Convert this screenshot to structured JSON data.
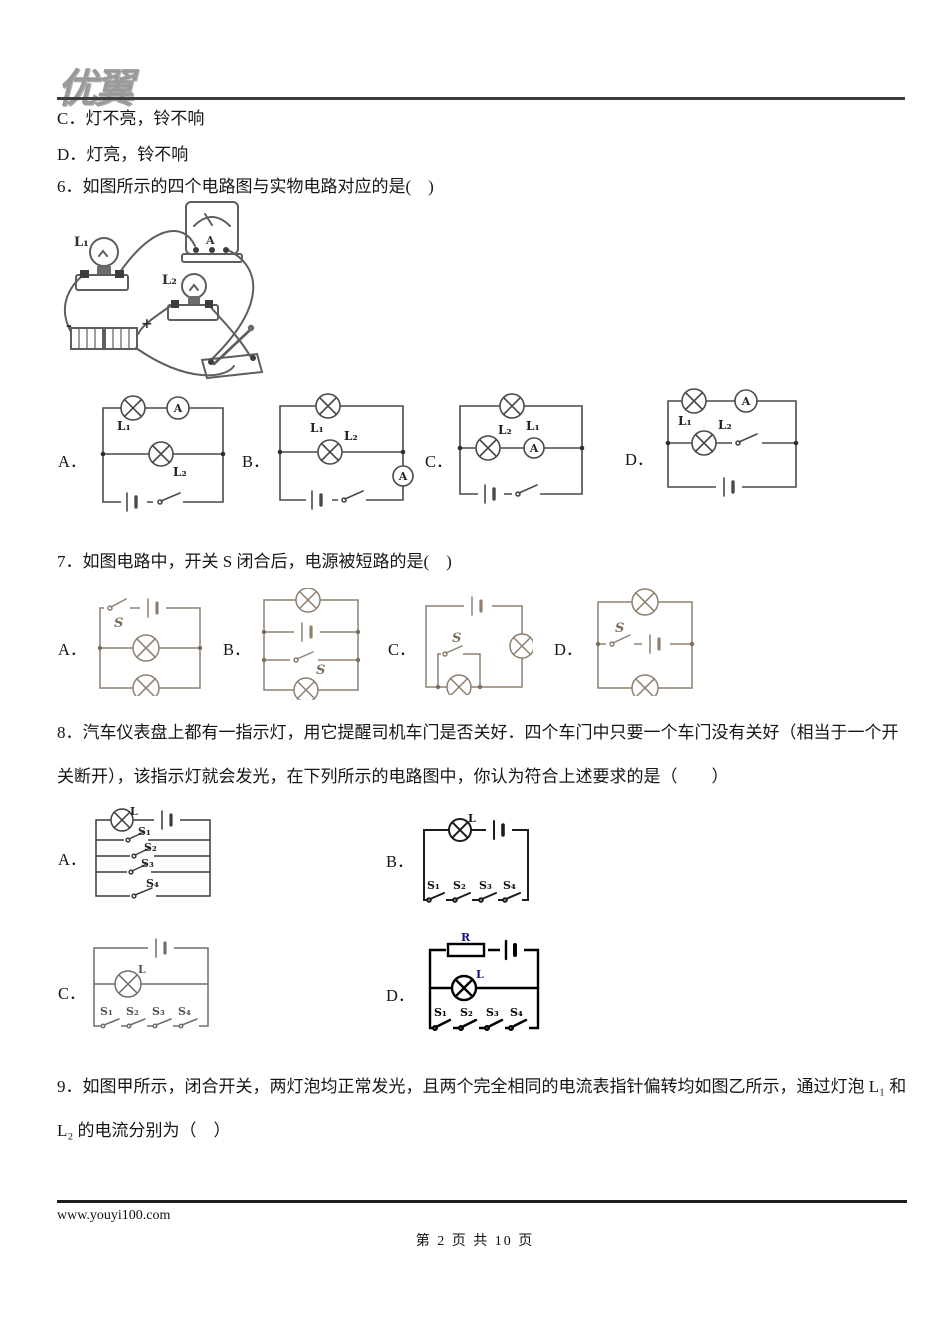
{
  "header": {
    "logo": "优翼"
  },
  "q5": {
    "option_c": "C．灯不亮，铃不响",
    "option_d": "D．灯亮，铃不响"
  },
  "q6": {
    "text": "6．如图所示的四个电路图与实物电路对应的是(　)"
  },
  "q7": {
    "text": "7．如图电路中，开关 S 闭合后，电源被短路的是(　)"
  },
  "q8": {
    "line1": "8．汽车仪表盘上都有一指示灯，用它提醒司机车门是否关好．四个车门中只要一个车门没有关好（相当于一个开",
    "line2": "关断开），该指示灯就会发光，在下列所示的电路图中，你认为符合上述要求的是（　　）"
  },
  "q9": {
    "line1": "9．如图甲所示，闭合开关，两灯泡均正常发光，且两个完全相同的电流表指针偏转均如图乙所示，通过灯泡 L₁ 和",
    "line2": "L₂ 的电流分别为（　）"
  },
  "opt": {
    "a": "A．",
    "b": "B．",
    "c": "C．",
    "d": "D．"
  },
  "sym": {
    "l1": "L₁",
    "l2": "L₂",
    "ammeter": "A",
    "s": "S",
    "s1": "S₁",
    "s2": "S₂",
    "s3": "S₃",
    "s4": "S₄",
    "lamp": "L",
    "resistor": "R",
    "plus": "+",
    "minus": "-"
  },
  "footer": {
    "site": "www.youyi100.com",
    "page": "第 2 页 共 10 页"
  },
  "colors": {
    "q7_ink": "#8d8071",
    "blue_label": "#14147a"
  }
}
